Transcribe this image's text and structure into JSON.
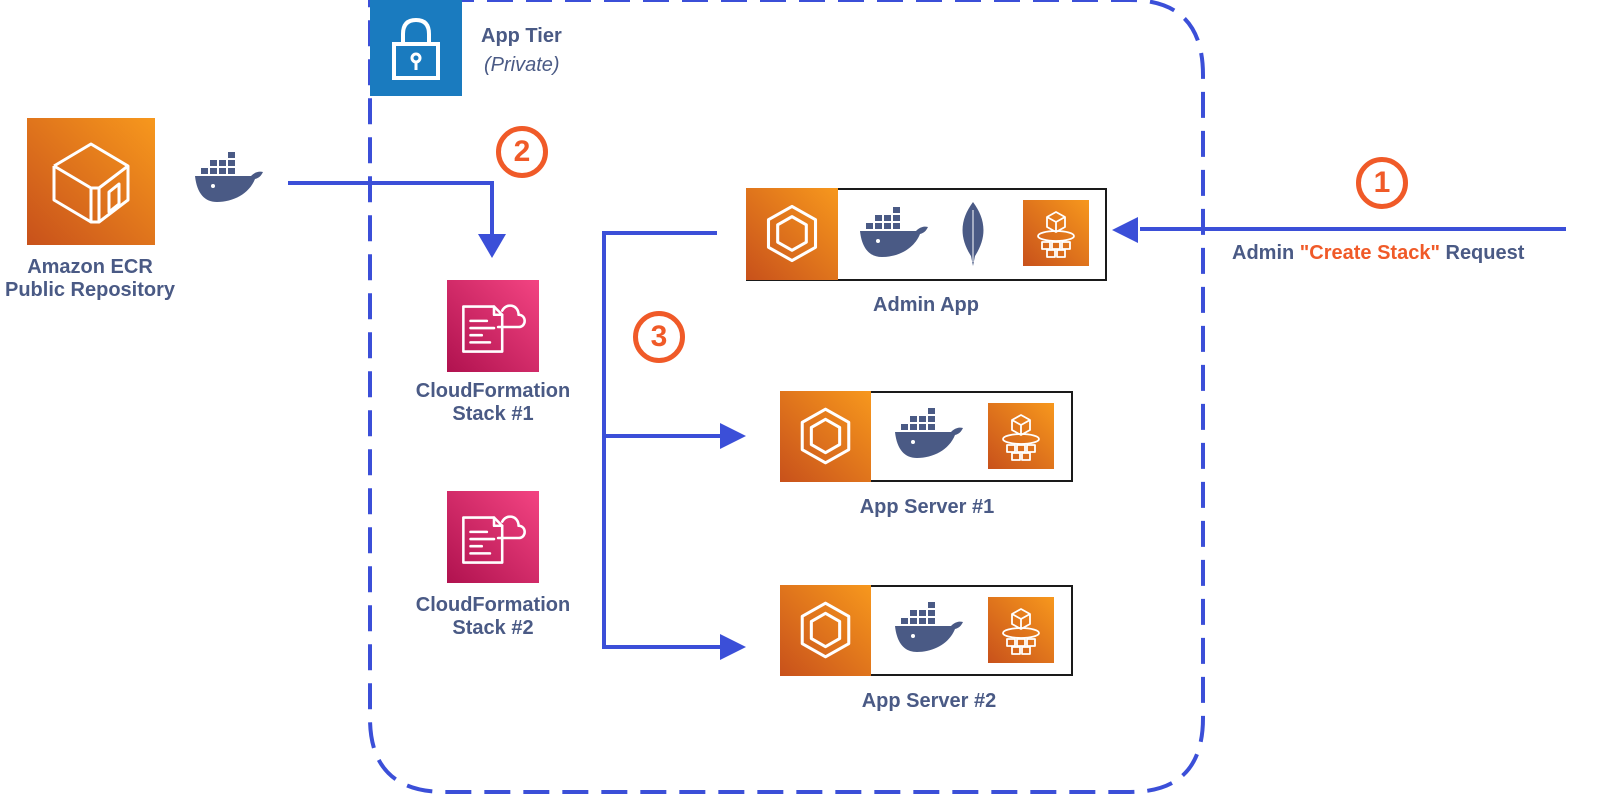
{
  "group": {
    "title": "App Tier",
    "subtitle": "(Private)",
    "icon": "lock-icon",
    "color": "#1a7bbf",
    "border_color": "#3b4fd8"
  },
  "ecr": {
    "label_line1": "Amazon ECR",
    "label_line2": "Public Repository",
    "icon": "ecr-icon"
  },
  "docker_image_icon": "docker-icon",
  "steps": {
    "step1": "1",
    "step2": "2",
    "step3": "3",
    "color": "#f05a28"
  },
  "request": {
    "prefix": "Admin ",
    "highlight": "\"Create Stack\"",
    "suffix": " Request"
  },
  "stacks": [
    {
      "line1": "CloudFormation",
      "line2": "Stack #1"
    },
    {
      "line1": "CloudFormation",
      "line2": "Stack #2"
    }
  ],
  "services": {
    "admin": {
      "label": "Admin App",
      "icons": [
        "ecs-icon",
        "docker-icon",
        "mongodb-leaf-icon",
        "fargate-icon"
      ]
    },
    "server1": {
      "label": "App Server #1",
      "icons": [
        "ecs-icon",
        "docker-icon",
        "fargate-icon"
      ]
    },
    "server2": {
      "label": "App Server #2",
      "icons": [
        "ecs-icon",
        "docker-icon",
        "fargate-icon"
      ]
    }
  },
  "colors": {
    "arrow": "#3b4fd8",
    "text": "#4a5a85",
    "orange_start": "#f7981d",
    "orange_end": "#d0561a",
    "pink_start": "#f34482",
    "pink_end": "#bc1356"
  }
}
